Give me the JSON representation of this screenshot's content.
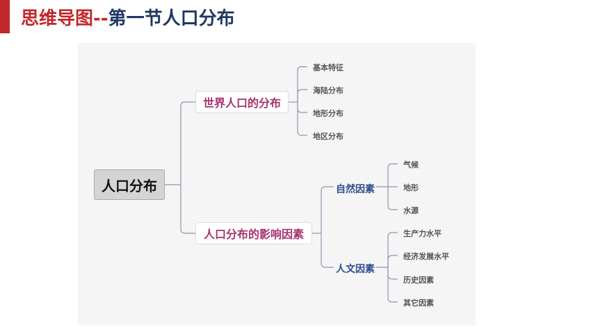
{
  "header": {
    "title_part1": "思维导图--",
    "title_part2": "第一节人口分布",
    "accent_color": "#c0282d",
    "title_color": "#1f3864"
  },
  "mindmap": {
    "root": "人口分布",
    "branch1": {
      "label": "世界人口的分布",
      "leaves": [
        "基本特征",
        "海陆分布",
        "地形分布",
        "地区分布"
      ]
    },
    "branch2": {
      "label": "人口分布的影响因素",
      "natural": {
        "label": "自然因素",
        "leaves": [
          "气候",
          "地形",
          "水源"
        ]
      },
      "human": {
        "label": "人文因素",
        "leaves": [
          "生产力水平",
          "经济发展水平",
          "历史因素",
          "其它因素"
        ]
      }
    },
    "branch_color": "#a6336b",
    "sub_color": "#2f4d8f"
  }
}
